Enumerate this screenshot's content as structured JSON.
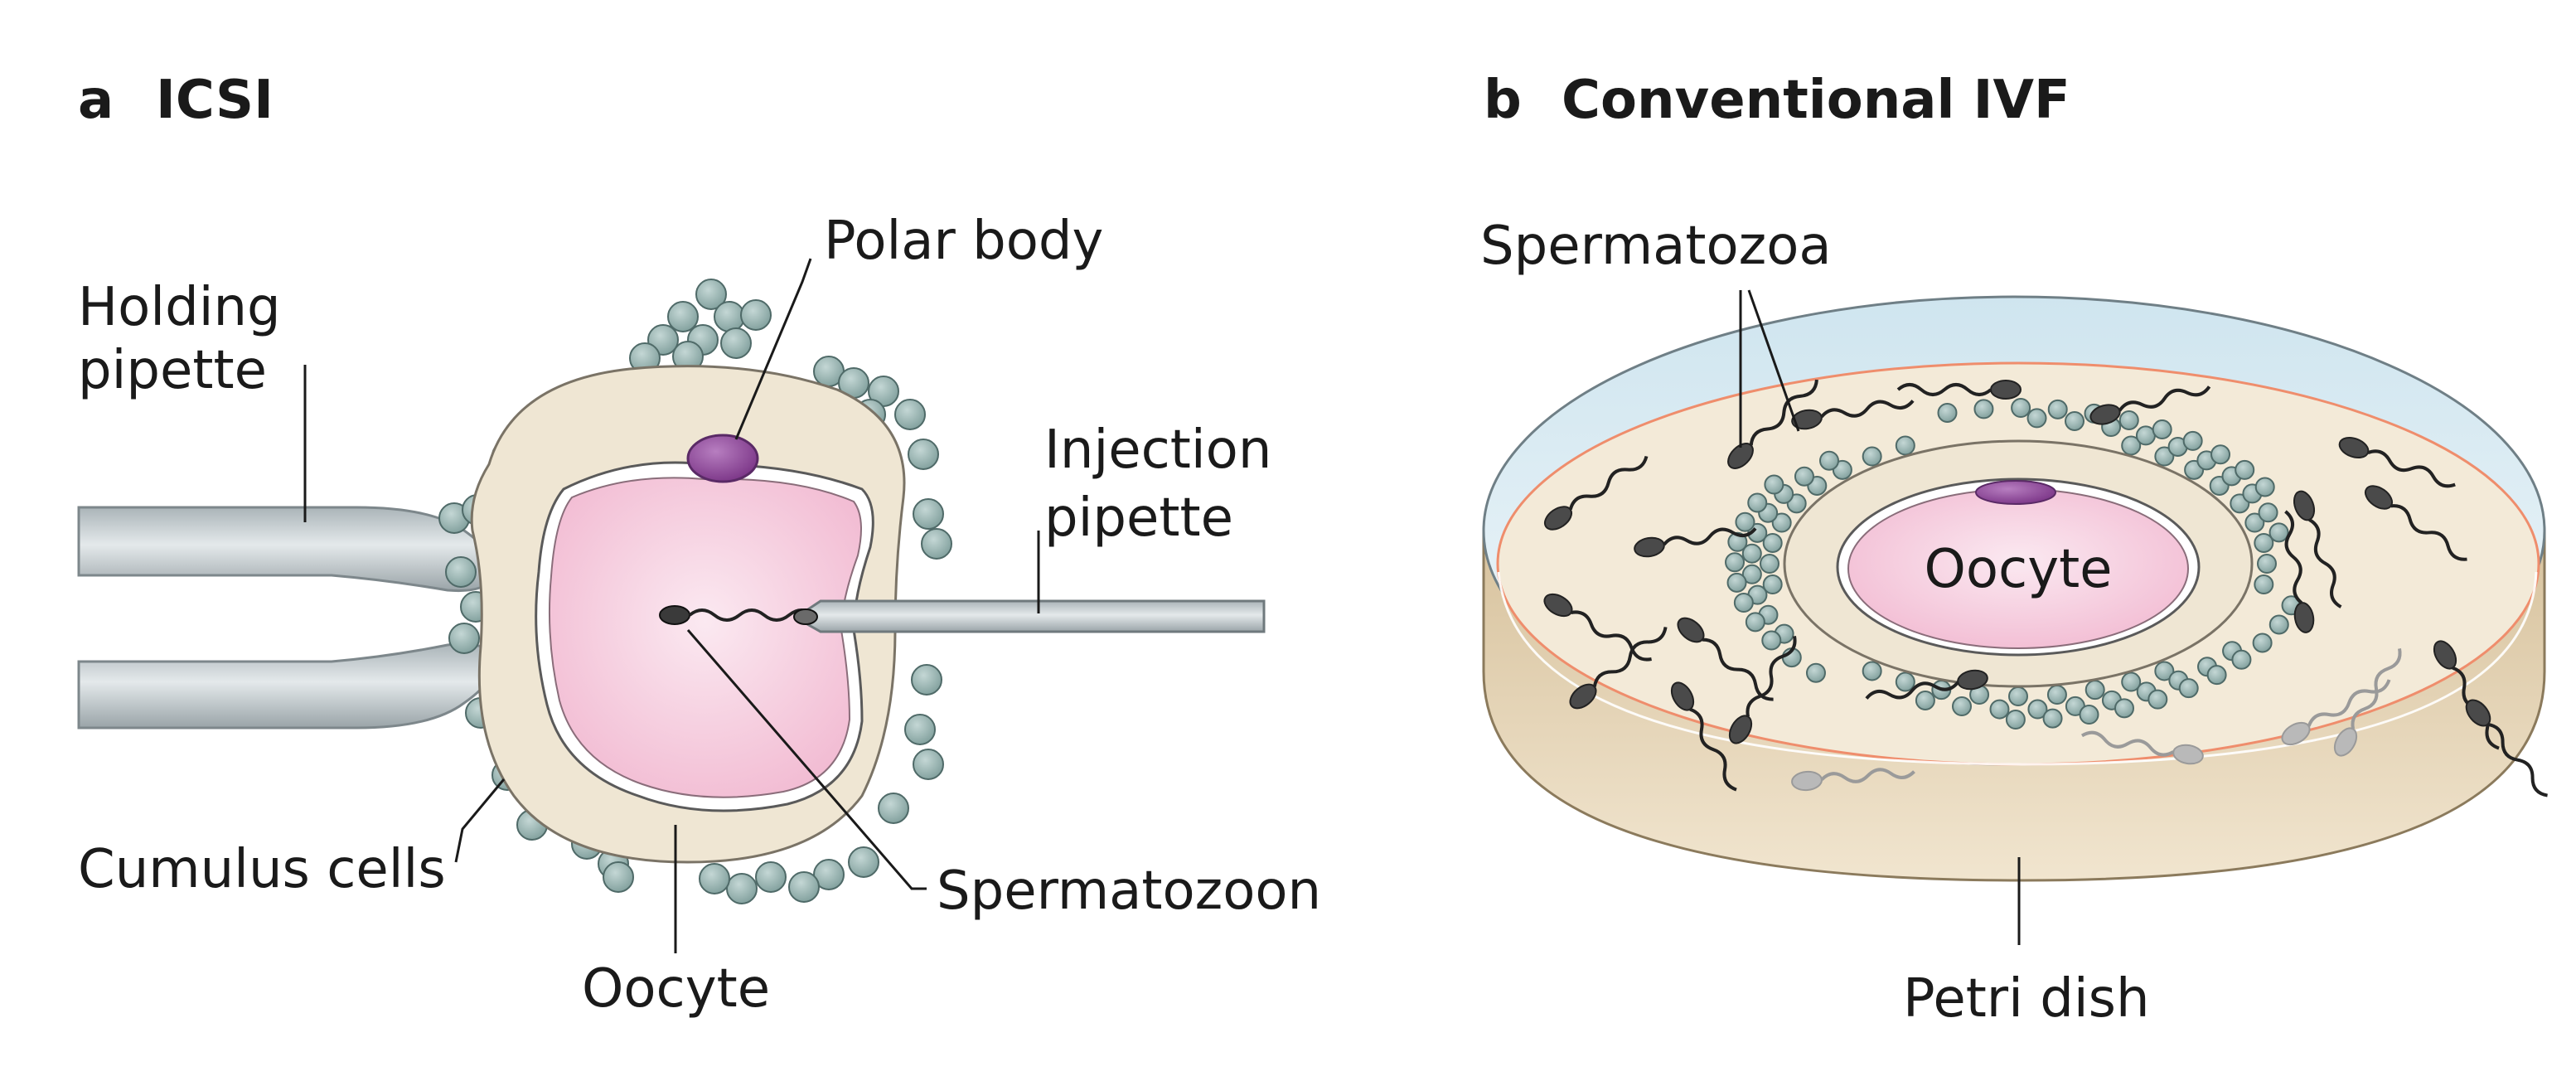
{
  "panel_a": {
    "letter": "a",
    "title": "ICSI",
    "labels": {
      "holding_pipette_line1": "Holding",
      "holding_pipette_line2": "pipette",
      "polar_body": "Polar body",
      "injection_pipette_line1": "Injection",
      "injection_pipette_line2": "pipette",
      "cumulus_cells": "Cumulus cells",
      "oocyte": "Oocyte",
      "spermatozoon": "Spermatozoon"
    }
  },
  "panel_b": {
    "letter": "b",
    "title": "Conventional IVF",
    "labels": {
      "spermatozoa": "Spermatozoa",
      "oocyte": "Oocyte",
      "petri_dish": "Petri dish"
    }
  },
  "colors": {
    "zona": "#efe6d3",
    "zona_edge": "#6b6458",
    "cytoplasm": "#f6cfe0",
    "cytoplasm_center": "#fbe6ef",
    "polar_body": "#8e4a98",
    "cumulus": "#8aa9a6",
    "cumulus_edge": "#4f6a68",
    "pipette": "#c8d0d3",
    "pipette_edge": "#7d878b",
    "dish_rim": "#d9ecf4",
    "medium": "#f4ecdc",
    "dish_side": "#e8d7b8",
    "medium_line": "#f08a6a",
    "sperm": "#222222"
  }
}
